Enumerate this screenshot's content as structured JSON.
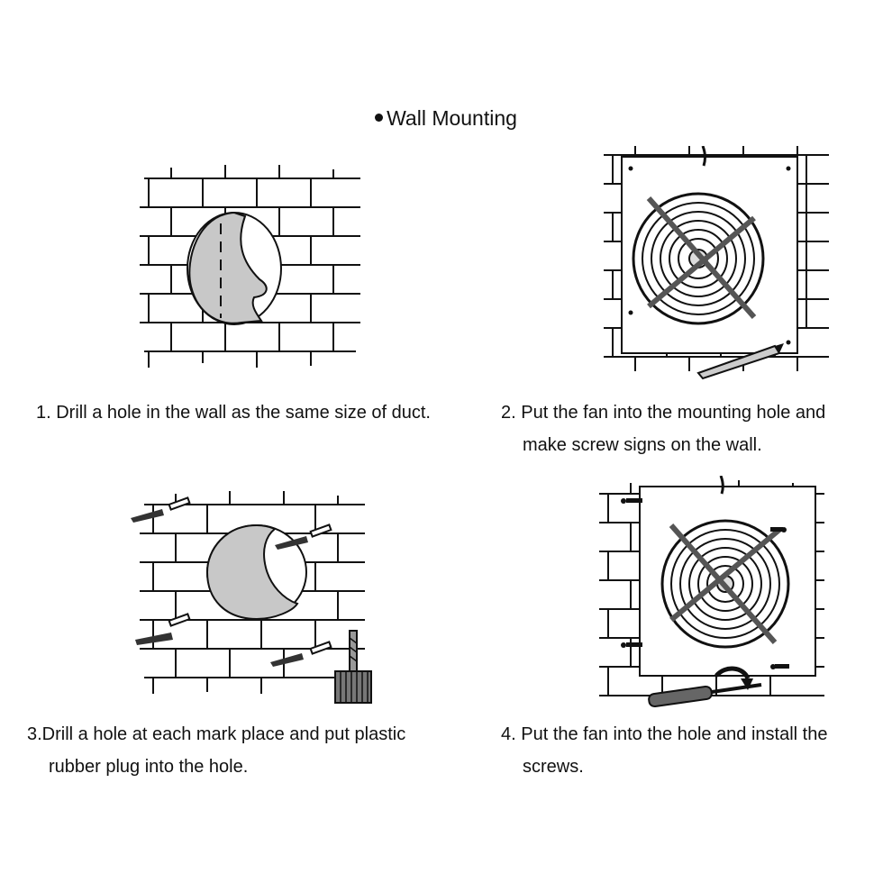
{
  "title": "Wall Mounting",
  "steps": [
    {
      "line1": "1. Drill a hole in the wall as the same size of duct.",
      "line2": ""
    },
    {
      "line1": "2. Put the fan into the mounting hole and",
      "line2": "make screw signs on the wall."
    },
    {
      "line1": "3.Drill a hole at each mark place and put plastic",
      "line2": "rubber plug into the hole."
    },
    {
      "line1": "4. Put the fan into the hole and install the",
      "line2": "screws."
    }
  ],
  "icons": [
    "brick-wall",
    "round-hole",
    "wall-fan",
    "pencil",
    "plastic-plug",
    "drill-bit",
    "screwdriver",
    "rotation-arrow"
  ],
  "colors": {
    "line": "#111111",
    "hole_fill": "#c8c8c8",
    "background": "#ffffff"
  }
}
